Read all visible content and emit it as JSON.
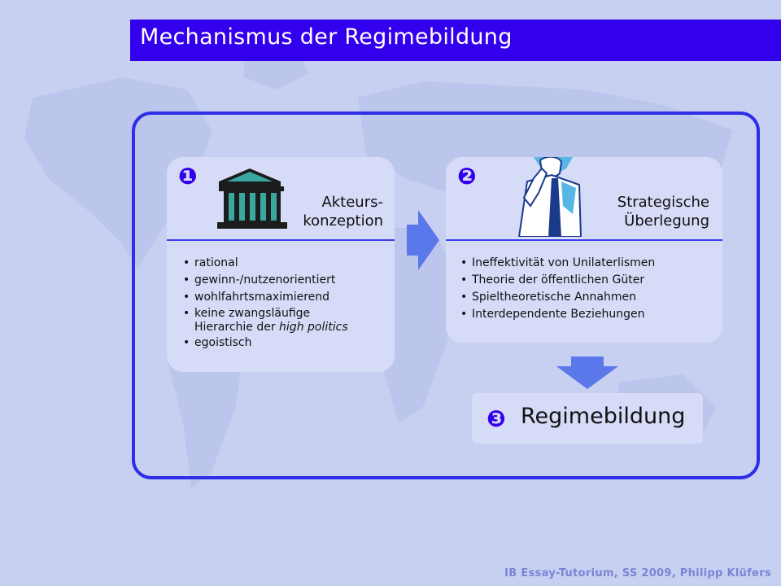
{
  "title": "Mechanismus der Regimebildung",
  "panel1": {
    "number": "❶",
    "heading_line1": "Akteurs-",
    "heading_line2": "konzeption",
    "items": [
      "rational",
      "gewinn-/nutzenorientiert",
      "wohlfahrtsmaximierend",
      "keine zwangsläufige",
      "egoistisch"
    ],
    "item4_line2_prefix": "Hierarchie der ",
    "item4_line2_italic": "high politics"
  },
  "panel2": {
    "number": "❷",
    "heading_line1": "Strategische",
    "heading_line2": "Überlegung",
    "items": [
      "Ineffektivität von Unilaterlismen",
      "Theorie der öffentlichen Güter",
      "Spieltheoretische Annahmen",
      "Interdependente Beziehungen"
    ]
  },
  "panel3": {
    "number": "❸",
    "label": "Regimebildung"
  },
  "footer": "IB Essay-Tutorium, SS 2009, Philipp Klüfers",
  "colors": {
    "accent": "#3300ee",
    "frame": "#2e2ee6",
    "arrow": "#5a78ea",
    "background": "#c8d0f2"
  },
  "icons": {
    "panel1": "institution-building-icon",
    "panel2": "businessman-phone-icon"
  }
}
